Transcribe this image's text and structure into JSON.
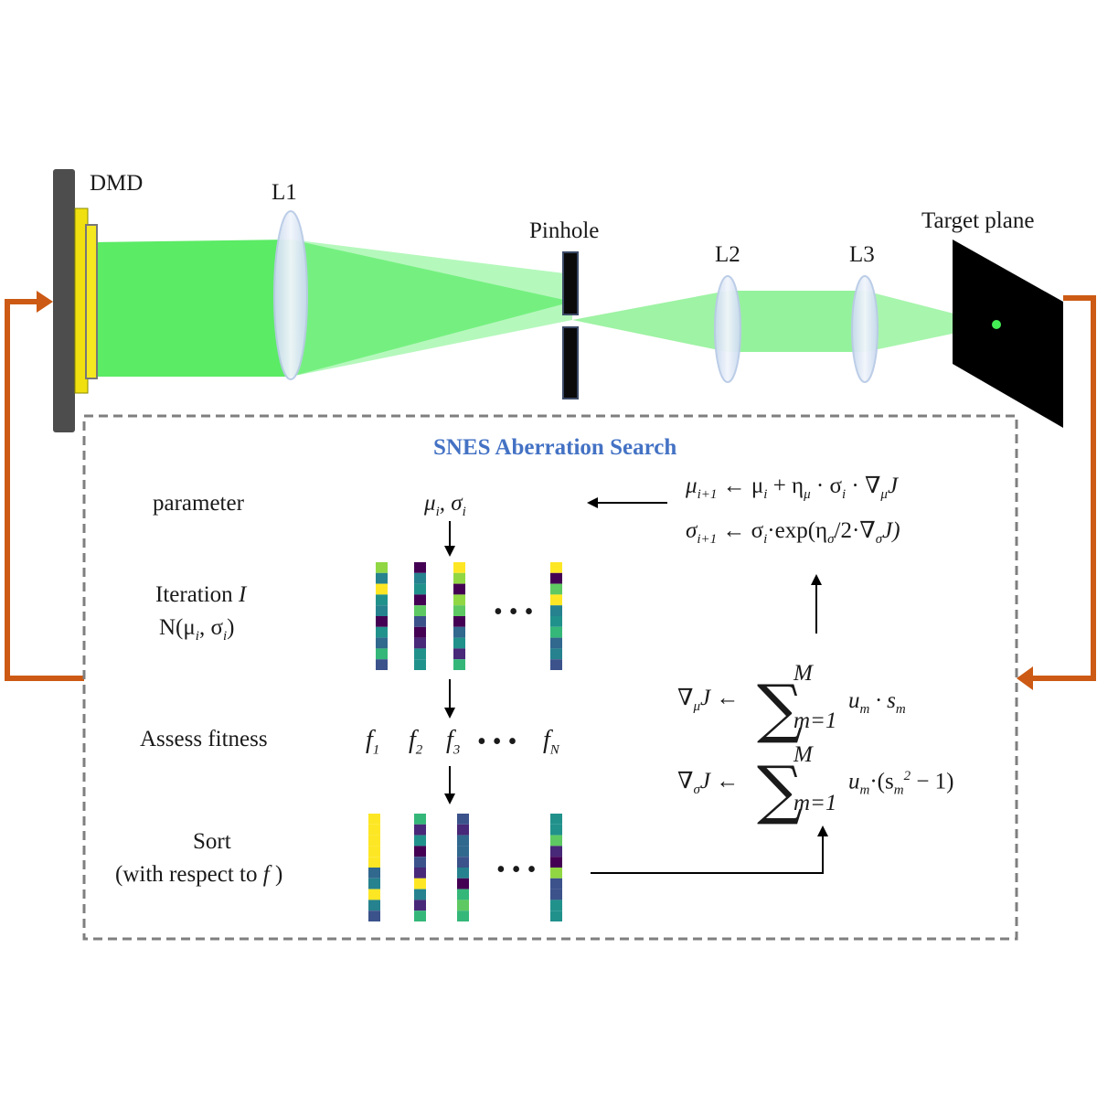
{
  "labels": {
    "dmd": "DMD",
    "l1": "L1",
    "pinhole": "Pinhole",
    "l2": "L2",
    "l3": "L3",
    "target": "Target plane"
  },
  "snes": {
    "title": "SNES Aberration Search",
    "parameter_label": "parameter",
    "parameter_value": "μ",
    "parameter_sub_i": "i",
    "parameter_sigma": ", σ",
    "iteration_line1": "Iteration",
    "iteration_var": "I",
    "iteration_line2": "N(μ",
    "iteration_mid": ", σ",
    "iteration_end": ")",
    "assess_label": "Assess fitness",
    "sort_line1": "Sort",
    "sort_line2": "(with respect to",
    "sort_var": "f",
    "sort_end": ")",
    "fitness": [
      "f",
      "f",
      "f",
      "f"
    ],
    "fitness_subs": [
      "1",
      "2",
      "3",
      "N"
    ],
    "ellipsis": "• • •",
    "update_mu": "μ",
    "update_mu_sub": "i+1",
    "update_mu_rhs": "← μ",
    "update_mu_rhs2": " + η",
    "update_mu_rhs3": " · σ",
    "update_mu_rhs4": " · ∇",
    "update_mu_rhs5": "J",
    "update_sigma": "σ",
    "update_sigma_sub": "i+1",
    "update_sigma_rhs": "← σ",
    "update_sigma_rhs2": "·exp(η",
    "update_sigma_rhs3": "/2·∇",
    "update_sigma_rhs4": "J)",
    "grad_mu_lhs": "∇",
    "grad_mu_lhs2": "J ←",
    "grad_mu_rhs": "u",
    "grad_mu_rhs2": " · s",
    "grad_sigma_lhs": "∇",
    "grad_sigma_lhs2": "J ←",
    "grad_sigma_rhs": "u",
    "grad_sigma_rhs2": "·(s",
    "grad_sigma_rhs3": " − 1)",
    "sum_top": "M",
    "sum_bottom": "m=1",
    "sub_mu": "μ",
    "sub_sigma": "σ",
    "sub_m": "m",
    "sub_i": "i",
    "sup_2": "2"
  },
  "colors": {
    "beam": "#2ee82e",
    "feedback": "#cc5a14",
    "title": "#4472c4",
    "box_border": "#7f7f7f",
    "dmd_frame": "#555555",
    "dmd_chip": "#f0e010",
    "lens": "#d6e3f3",
    "plate": "#000000"
  }
}
